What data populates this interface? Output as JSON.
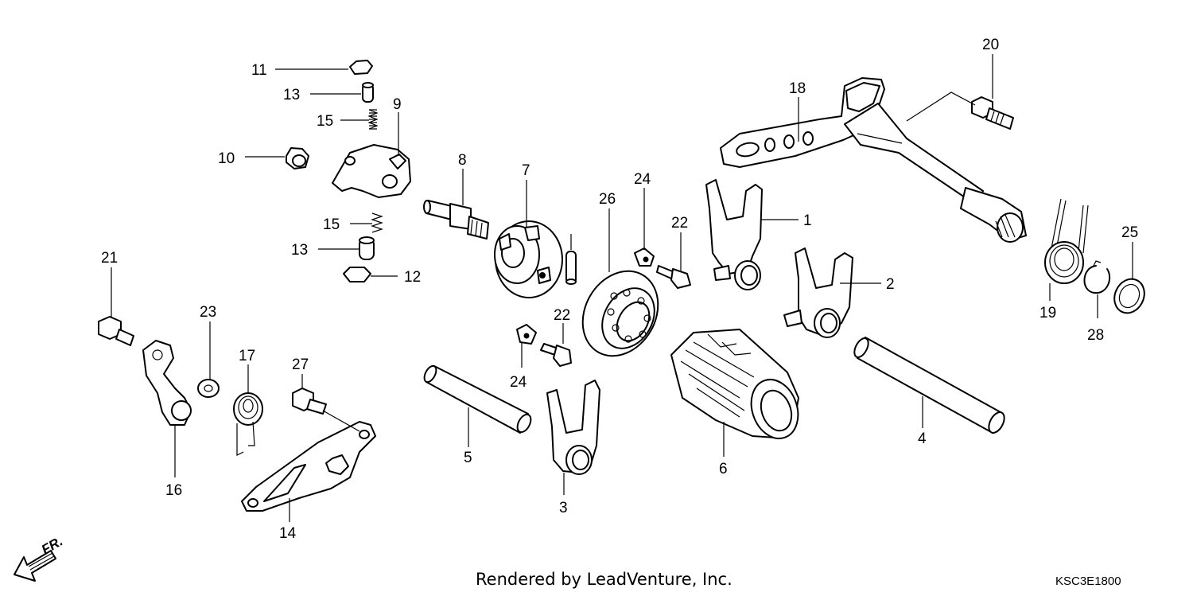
{
  "footer": {
    "render_credit": "Rendered by LeadVenture, Inc.",
    "diagram_code": "KSC3E1800"
  },
  "direction_marker": {
    "text": "FR."
  },
  "callouts": {
    "n1": "1",
    "n2": "2",
    "n3": "3",
    "n4": "4",
    "n5": "5",
    "n6": "6",
    "n7": "7",
    "n8": "8",
    "n9": "9",
    "n10": "10",
    "n11": "11",
    "n12": "12",
    "n13a": "13",
    "n13b": "13",
    "n14": "14",
    "n15a": "15",
    "n15b": "15",
    "n16": "16",
    "n17": "17",
    "n18": "18",
    "n19": "19",
    "n20": "20",
    "n21": "21",
    "n22a": "22",
    "n22b": "22",
    "n23": "23",
    "n24a": "24",
    "n24b": "24",
    "n25": "25",
    "n26": "26",
    "n27": "27",
    "n28": "28"
  }
}
